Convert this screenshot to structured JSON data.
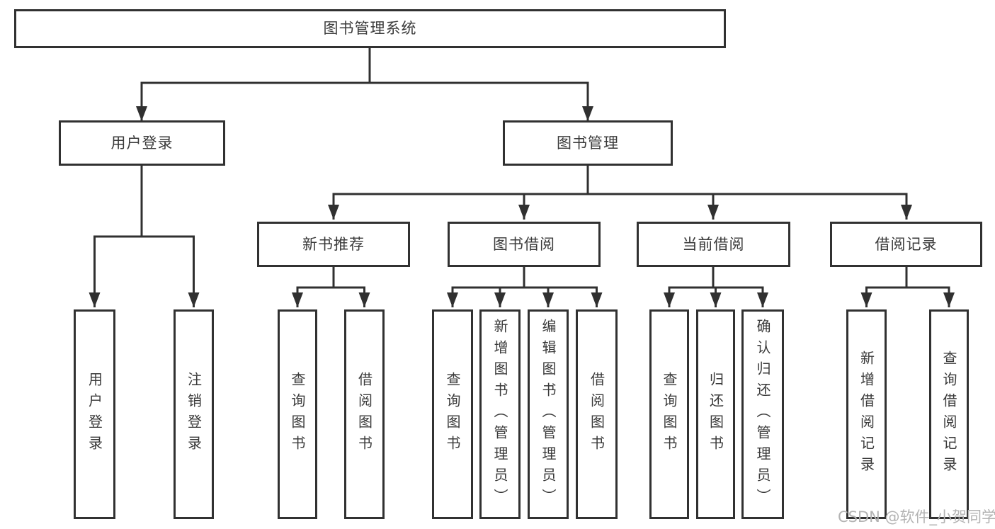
{
  "diagram": {
    "root": {
      "label": "图书管理系统"
    },
    "branches": [
      {
        "label": "用户登录",
        "children": [
          {
            "label": "用户登录"
          },
          {
            "label": "注销登录"
          }
        ]
      },
      {
        "label": "图书管理",
        "children": [
          {
            "label": "新书推荐",
            "children": [
              {
                "label": "查询图书"
              },
              {
                "label": "借阅图书"
              }
            ]
          },
          {
            "label": "图书借阅",
            "children": [
              {
                "label": "查询图书"
              },
              {
                "label": "新增图书（管理员）"
              },
              {
                "label": "编辑图书（管理员）"
              },
              {
                "label": "借阅图书"
              }
            ]
          },
          {
            "label": "当前借阅",
            "children": [
              {
                "label": "查询图书"
              },
              {
                "label": "归还图书"
              },
              {
                "label": "确认归还（管理员）"
              }
            ]
          },
          {
            "label": "借阅记录",
            "children": [
              {
                "label": "新增借阅记录"
              },
              {
                "label": "查询借阅记录"
              }
            ]
          }
        ]
      }
    ]
  },
  "watermark": {
    "text": "CSDN @软件_小贺同学"
  },
  "colors": {
    "line": "#303030",
    "box_border": "#313131",
    "text": "#3a3a3a",
    "watermark": "#b3b3b3",
    "background": "#ffffff"
  }
}
